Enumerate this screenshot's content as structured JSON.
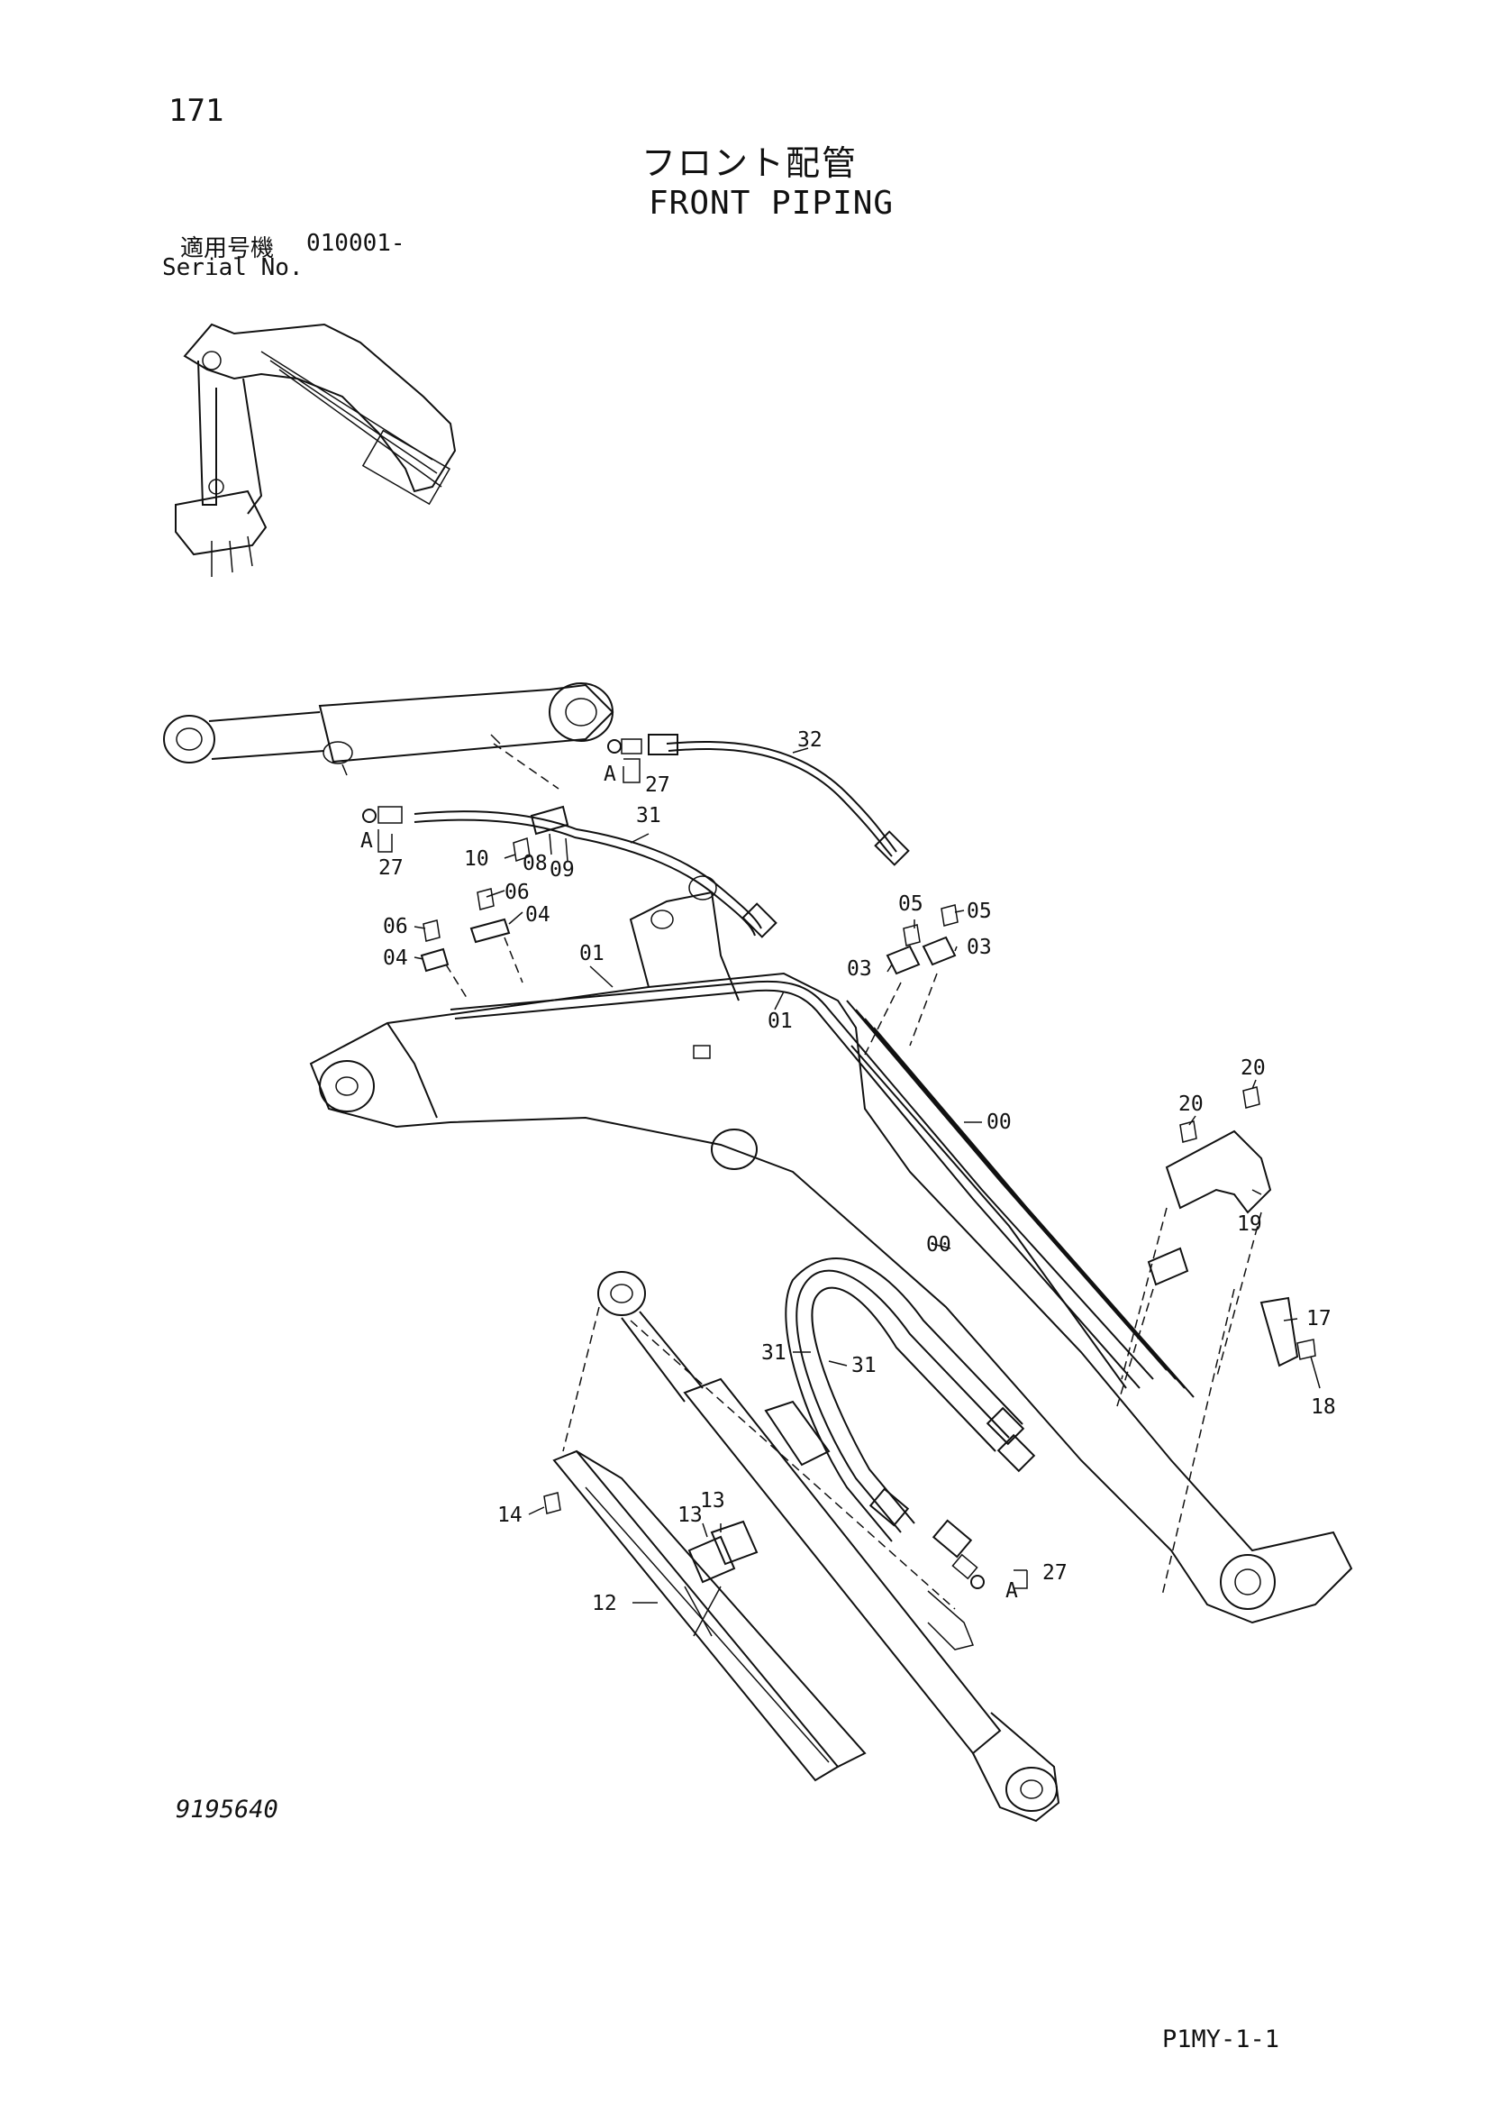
{
  "header": {
    "page_number": "171",
    "title_jp": "フロント配管",
    "title_en": "FRONT PIPING",
    "serial_label_jp": "適用号機",
    "serial_value": "010001-",
    "serial_label_en": "Serial No."
  },
  "footer": {
    "drawing_number": "9195640",
    "page_code": "P1MY-1-1"
  },
  "callouts": {
    "c32": "32",
    "c27a": "27",
    "a1": "A",
    "a2": "A",
    "a3": "A",
    "c27b": "27",
    "c27c": "27",
    "c31a": "31",
    "c10": "10",
    "c08": "08",
    "c09": "09",
    "c06a": "06",
    "c06b": "06",
    "c04a": "04",
    "c04b": "04",
    "c01a": "01",
    "c01b": "01",
    "c05a": "05",
    "c05b": "05",
    "c03a": "03",
    "c03b": "03",
    "c00a": "00",
    "c00b": "00",
    "c20a": "20",
    "c20b": "20",
    "c19": "19",
    "c17": "17",
    "c18": "18",
    "c31b": "31",
    "c31c": "31",
    "c14": "14",
    "c13a": "13",
    "c13b": "13",
    "c12": "12"
  }
}
